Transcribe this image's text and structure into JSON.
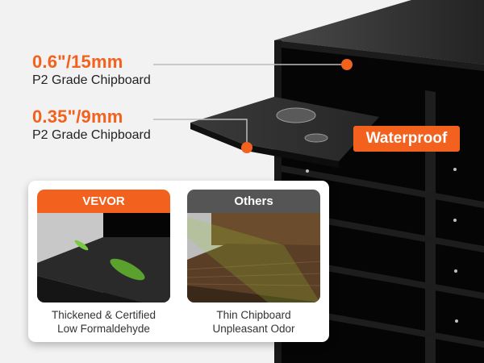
{
  "specs": [
    {
      "size": "0.6\"/15mm",
      "description": "P2 Grade Chipboard"
    },
    {
      "size": "0.35\"/9mm",
      "description": "P2 Grade Chipboard"
    }
  ],
  "badge": {
    "label": "Waterproof"
  },
  "comparison": {
    "vevor": {
      "label": "VEVOR",
      "caption_line1": "Thickened & Certified",
      "caption_line2": "Low Formaldehyde"
    },
    "others": {
      "label": "Others",
      "caption_line1": "Thin Chipboard",
      "caption_line2": "Unpleasant Odor"
    }
  },
  "colors": {
    "accent": "#f2611d",
    "background": "#f2f2f2",
    "others_header": "#555555",
    "furniture": "#1a1a1a"
  }
}
